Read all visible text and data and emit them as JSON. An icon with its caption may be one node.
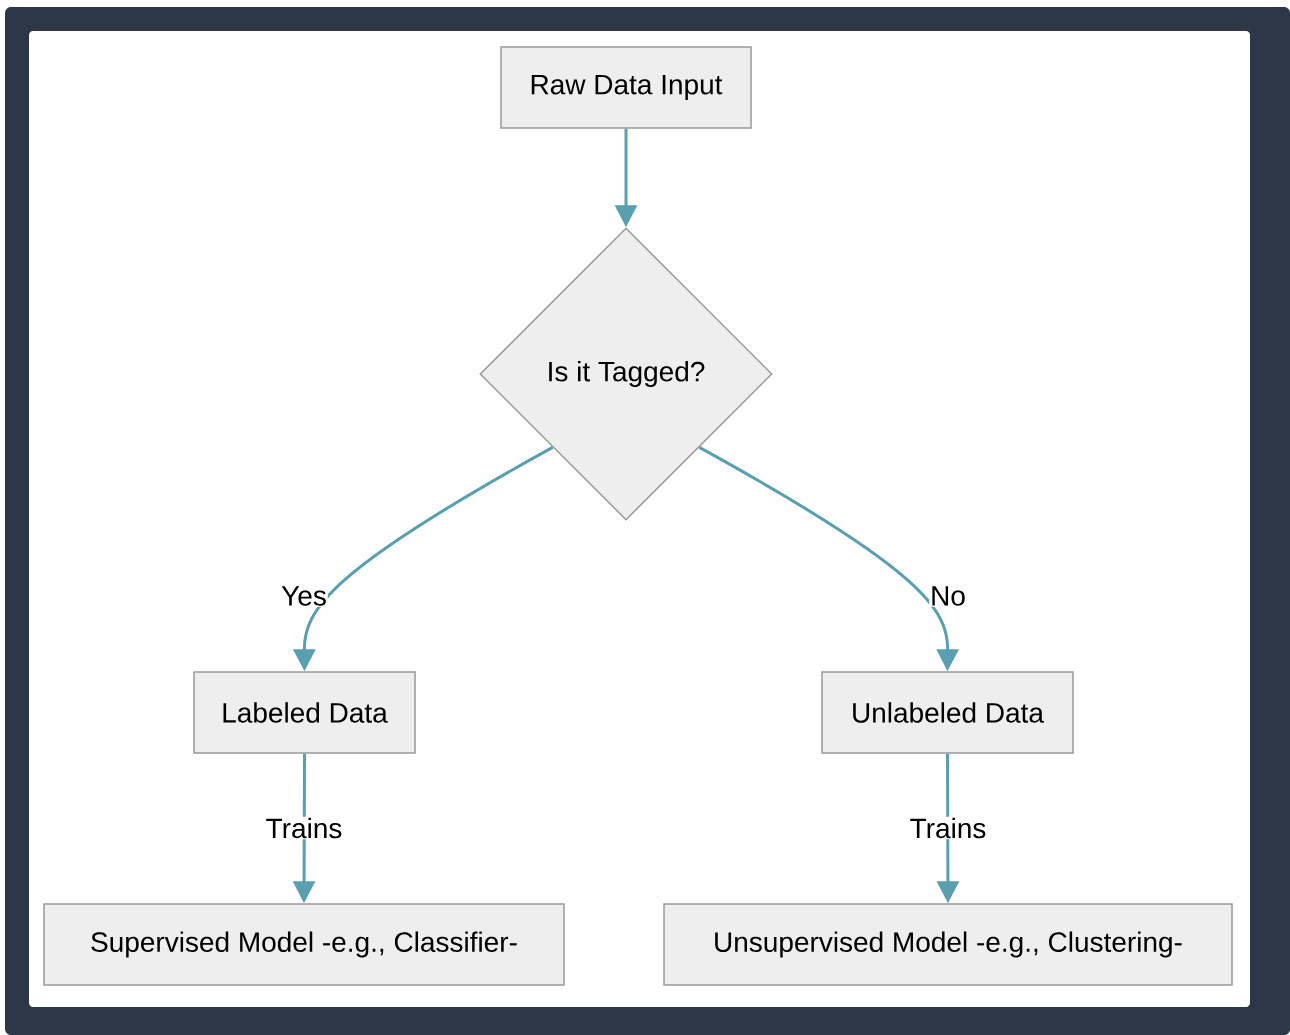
{
  "diagram": {
    "nodes": [
      {
        "text": [
          "Raw Data Input"
        ]
      },
      {
        "text": [
          "Is it Tagged?"
        ]
      },
      {
        "text": [
          "Labeled Data"
        ]
      },
      {
        "text": [
          "Unlabeled Data"
        ]
      },
      {
        "text": [
          "Supervised Model -e.g., Classifier-"
        ]
      },
      {
        "text": [
          "Unsupervised Model -e.g., Clustering-"
        ]
      }
    ],
    "edges": [
      {
        "from": 0,
        "to": 1,
        "arrow": "to"
      },
      {
        "from": 1,
        "to": 2,
        "arrow": "to",
        "label": "Yes"
      },
      {
        "from": 1,
        "to": 3,
        "arrow": "to",
        "label": "No"
      },
      {
        "from": 2,
        "to": 4,
        "arrow": "to",
        "label": "Trains"
      },
      {
        "from": 3,
        "to": 5,
        "arrow": "to",
        "label": "Trains"
      }
    ]
  }
}
